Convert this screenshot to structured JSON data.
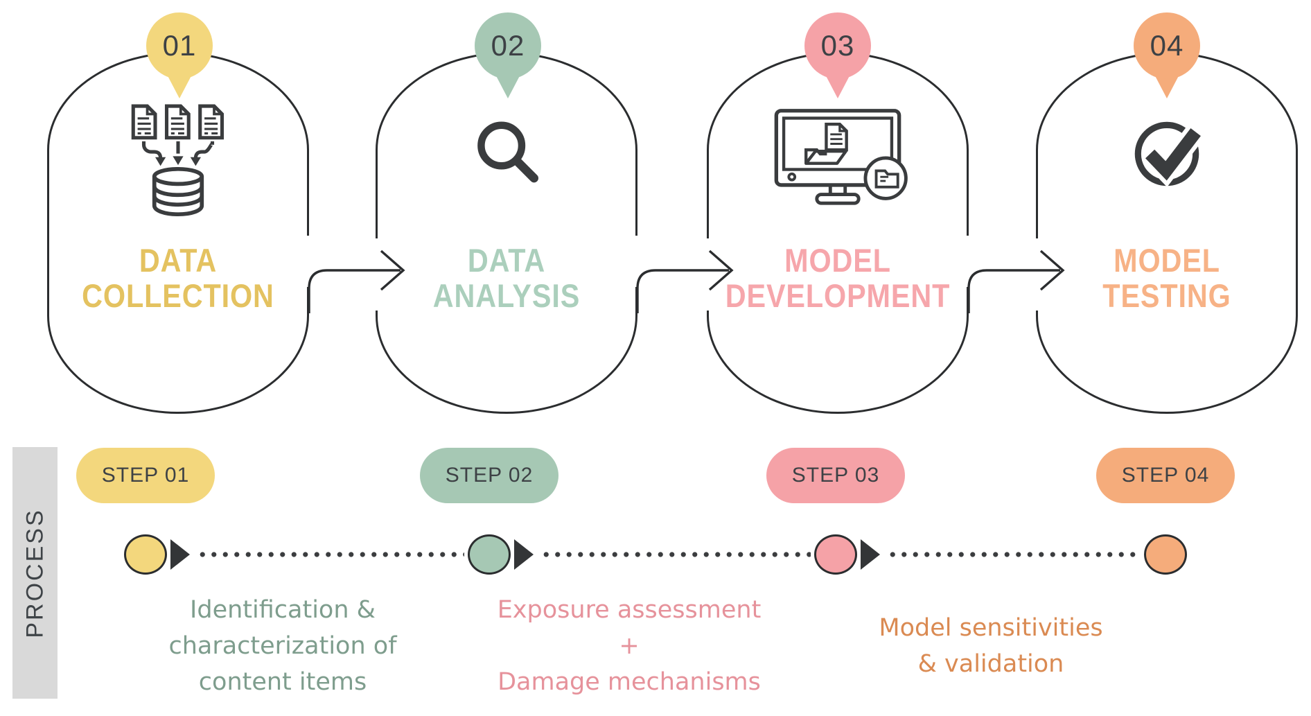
{
  "palette": {
    "ink": "#2B2D2F",
    "icon_ink": "#3A3C3E",
    "dark_text": "#3D4145",
    "process_bar_bg": "#D9D9D9",
    "dot": "#3B3D3F",
    "white": "#FFFFFF"
  },
  "steps": [
    {
      "number": "01",
      "pill_label": "STEP 01",
      "title": "DATA\nCOLLECTION",
      "color": "#F3D77D",
      "title_color": "#E4C260",
      "icon": "documents-to-database"
    },
    {
      "number": "02",
      "pill_label": "STEP 02",
      "title": "DATA\nANALYSIS",
      "color": "#A6C8B4",
      "title_color": "#ABCFBC",
      "icon": "magnifier"
    },
    {
      "number": "03",
      "pill_label": "STEP 03",
      "title": "MODEL\nDEVELOPMENT",
      "color": "#F5A2A7",
      "title_color": "#F6A6AB",
      "icon": "monitor-folder"
    },
    {
      "number": "04",
      "pill_label": "STEP 04",
      "title": "MODEL\nTESTING",
      "color": "#F5AC7B",
      "title_color": "#F7B286",
      "icon": "check-circle"
    }
  ],
  "process_label": "PROCESS",
  "descriptions": [
    {
      "text": "Identification &\ncharacterization of\ncontent items",
      "color": "#7E9D8D"
    },
    {
      "text": "Exposure assessment\n+\nDamage mechanisms",
      "color": "#E6929B"
    },
    {
      "text": "Model sensitivities\n& validation",
      "color": "#DA8A52"
    }
  ]
}
